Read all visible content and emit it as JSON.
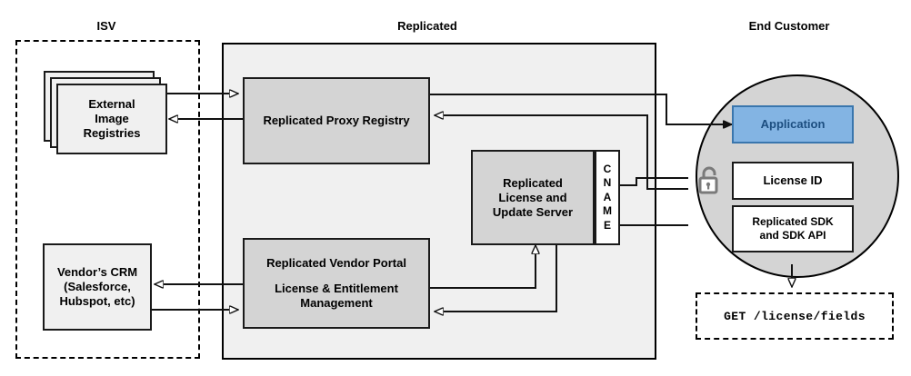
{
  "diagram": {
    "title_zones": [
      {
        "key": "isv",
        "label": "ISV"
      },
      {
        "key": "replicated",
        "label": "Replicated"
      },
      {
        "key": "end_customer",
        "label": "End Customer"
      }
    ],
    "isv": {
      "registries": {
        "line1": "External",
        "line2": "Image",
        "line3": "Registries"
      },
      "crm": {
        "line1": "Vendor’s CRM",
        "line2": "(Salesforce,",
        "line3": "Hubspot, etc)"
      }
    },
    "replicated": {
      "proxy_registry": "Replicated Proxy Registry",
      "license_server": {
        "line1": "Replicated",
        "line2": "License and",
        "line3": "Update Server"
      },
      "cname_letters": [
        "C",
        "N",
        "A",
        "M",
        "E"
      ],
      "cname_label": "CNAME",
      "vendor_portal": {
        "line1": "Replicated Vendor Portal",
        "line2": "License & Entitlement",
        "line3": "Management"
      }
    },
    "end_customer": {
      "application": "Application",
      "license_id": "License ID",
      "sdk": {
        "line1": "Replicated SDK",
        "line2": "and SDK API"
      },
      "lock_icon": "unlocked-padlock-icon",
      "api_call": "GET /license/fields"
    },
    "colors": {
      "app_fill": "#83b4e3",
      "app_border": "#3a76ad",
      "app_text": "#1c4e80",
      "node_fill": "#d4d4d4",
      "light_fill": "#f0f0f0",
      "white_fill": "#ffffff",
      "stroke": "#1a1a1a",
      "lock": "#7a7a7a"
    }
  }
}
